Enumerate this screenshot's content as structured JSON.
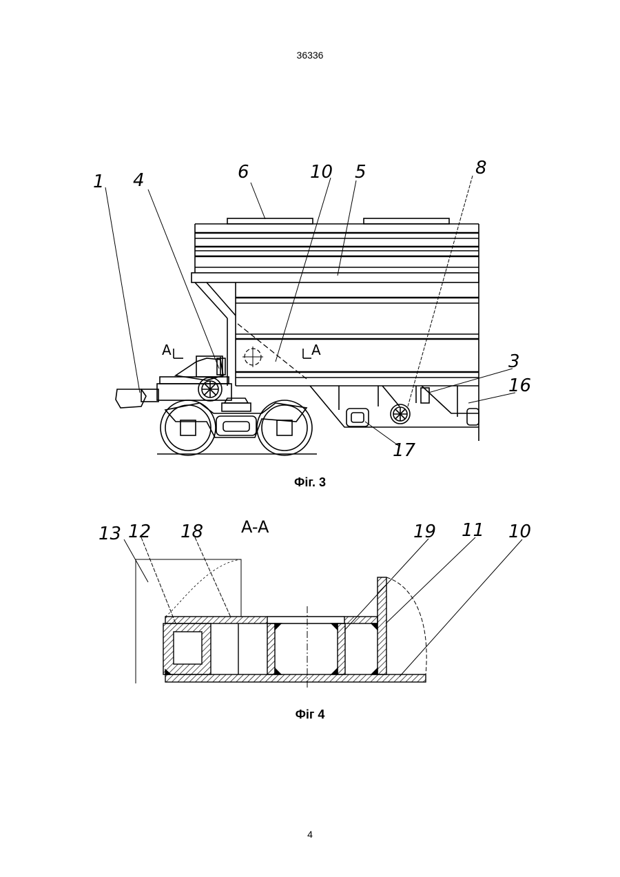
{
  "header": {
    "doc_number": "36336"
  },
  "footer": {
    "page_number": "4"
  },
  "figure3": {
    "caption": "Фіг. 3",
    "labels": {
      "l1": "1",
      "l4": "4",
      "l6": "6",
      "l10": "10",
      "l5": "5",
      "l8": "8",
      "l3": "3",
      "l16": "16",
      "l17": "17"
    },
    "section_marks": {
      "left": "A",
      "right": "A"
    }
  },
  "figure4": {
    "caption": "Фіг 4",
    "section_title": "A-A",
    "labels": {
      "l13": "13",
      "l12": "12",
      "l18": "18",
      "l19": "19",
      "l11": "11",
      "l10": "10"
    }
  }
}
